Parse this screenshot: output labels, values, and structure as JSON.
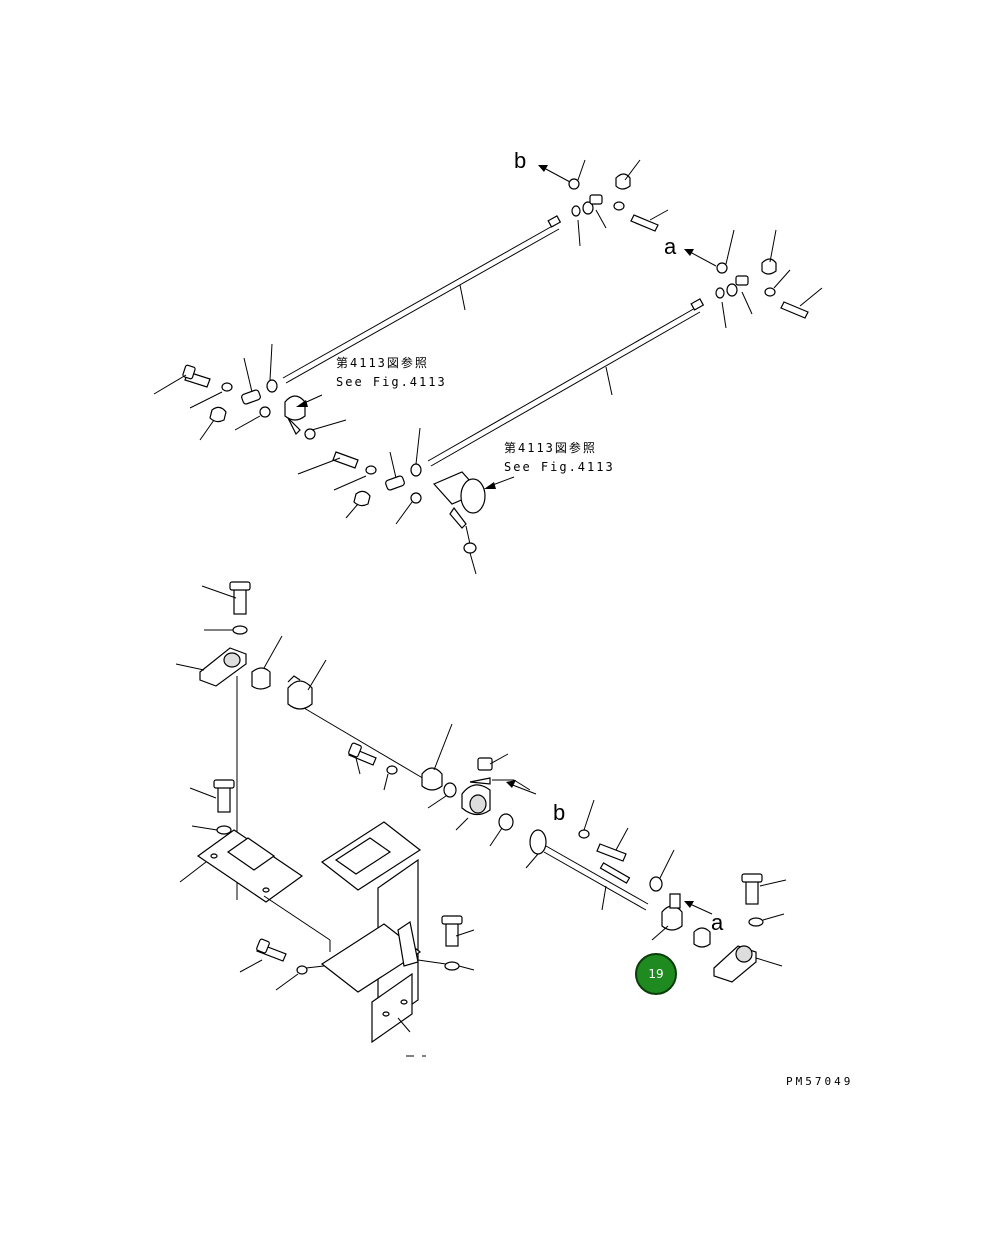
{
  "references": [
    {
      "jp": "第4113図参照",
      "en": "See Fig.4113"
    },
    {
      "jp": "第4113図参照",
      "en": "See Fig.4113"
    }
  ],
  "arrow_labels": {
    "b_top": "b",
    "a_top": "a",
    "b_mid": "b",
    "a_bottom": "a"
  },
  "callout": {
    "number": "19",
    "color": "#1f8a1f",
    "border_color": "#0b3d0b"
  },
  "document_id": "PM57049"
}
